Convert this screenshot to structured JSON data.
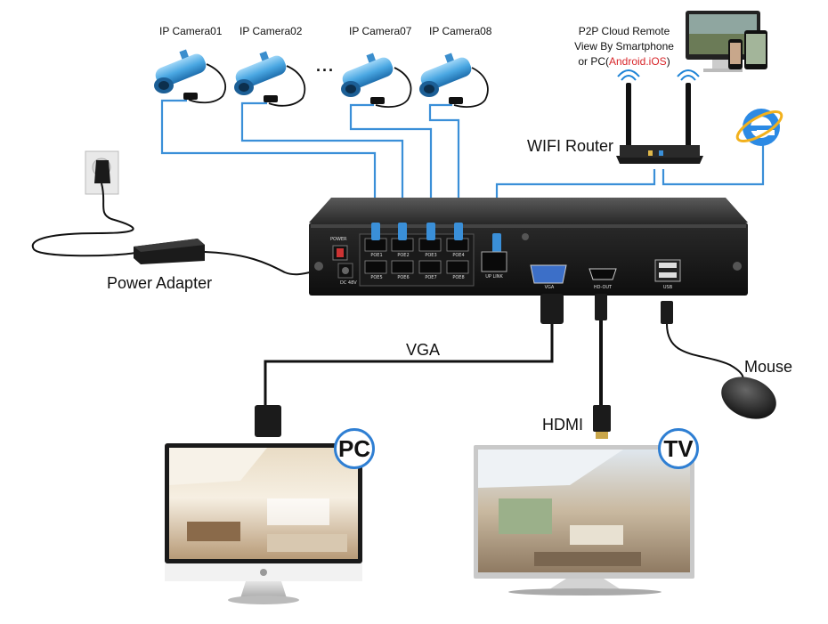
{
  "cameras": [
    {
      "label": "IP Camera01"
    },
    {
      "label": "IP Camera02"
    },
    {
      "label": "IP Camera07"
    },
    {
      "label": "IP Camera08"
    }
  ],
  "ellipsis": "...",
  "p2p": {
    "line1": "P2P Cloud Remote",
    "line2": "View By Smartphone",
    "line3_prefix": "or PC(",
    "line3_highlight": "Android.iOS",
    "line3_suffix": ")"
  },
  "router_label": "WIFI Router",
  "power_label": "Power Adapter",
  "vga_label": "VGA",
  "hdmi_label": "HDMI",
  "mouse_label": "Mouse",
  "pc_badge": "PC",
  "tv_badge": "TV",
  "nvr": {
    "power_label": "POWER",
    "dc_label": "DC 48V",
    "poe_top": [
      "POE1",
      "POE2",
      "POE3",
      "POE4"
    ],
    "poe_bottom": [
      "POE5",
      "POE6",
      "POE7",
      "POE8"
    ],
    "uplink_label": "UP LINK",
    "vga_port_label": "VGA",
    "hdmi_port_label": "HD-OUT",
    "usb_label": "USB"
  },
  "colors": {
    "cable_blue": "#3a8fd8",
    "camera_blue": "#5ab2e8",
    "red_text": "#d8262a",
    "badge_border": "#2f7fd3"
  }
}
